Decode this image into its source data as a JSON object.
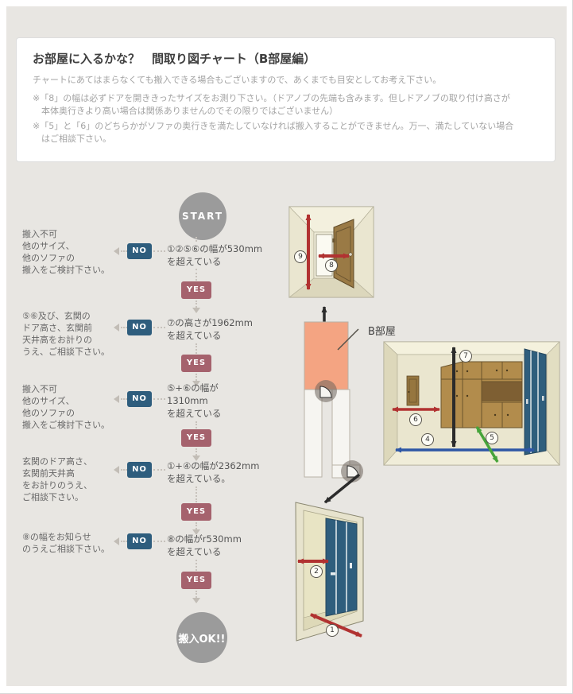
{
  "header": {
    "title": "お部屋に入るかな？　間取り図チャート（B部屋編）",
    "subtitle": "チャートにあてはまらなくても搬入できる場合もございますので、あくまでも目安としてお考え下さい。",
    "note1": "※「8」の幅は必ずドアを開ききったサイズをお測り下さい。（ドアノブの先端も含みます。但しドアノブの取り付け高さが\n　本体奥行きより高い場合は関係ありませんのでその限りではございません）",
    "note2": "※「5」と「6」のどちらかがソファの奥行きを満たしていなければ搬入することができません。万一、満たしていない場合\n　はご相談下さい。"
  },
  "flowchart": {
    "start_label": "START",
    "end_label": "搬入OK!!",
    "yes_label": "YES",
    "no_label": "NO",
    "steps": [
      {
        "question": "①②⑤⑥の幅が530mm\nを超えている",
        "no_result": "搬入不可\n他のサイズ、\n他のソファの\n搬入をご検討下さい。"
      },
      {
        "question": "⑦の高さが1962mm\nを超えている",
        "no_result": "⑤⑥及び、玄関の\nドア高さ、玄関前\n天井高をお計りの\nうえ、ご相談下さい。"
      },
      {
        "question": "⑤+⑥の幅が\n1310mm\nを超えている",
        "no_result": "搬入不可\n他のサイズ、\n他のソファの\n搬入をご検討下さい。"
      },
      {
        "question": "①+④の幅が2362mm\nを超えている。",
        "no_result": "玄関のドア高さ、\n玄関前天井高\nをお計りのうえ、\nご相談下さい。"
      },
      {
        "question": "⑧の幅がr530mm\nを超えている",
        "no_result": "⑧の幅をお知らせ\nのうえご相談下さい。"
      }
    ]
  },
  "illustrations": {
    "room_label": "B部屋",
    "hallway": {
      "height_label": "9",
      "door_width_label": "8"
    },
    "room": {
      "ceiling_height_label": "7",
      "door_width_label": "6",
      "diagonal_label": "5",
      "floor_width_label": "4"
    },
    "entrance": {
      "inner_width_label": "2",
      "entry_width_label": "1"
    }
  },
  "colors": {
    "no_button": "#2e5d7d",
    "yes_button": "#a5626d",
    "node_circle": "#9b9b9b",
    "arrow_red": "#b13231",
    "arrow_blue": "#2d56a5",
    "arrow_green": "#46a43a",
    "arrow_black": "#2b2b2b",
    "room_highlight": "#f4a482"
  }
}
